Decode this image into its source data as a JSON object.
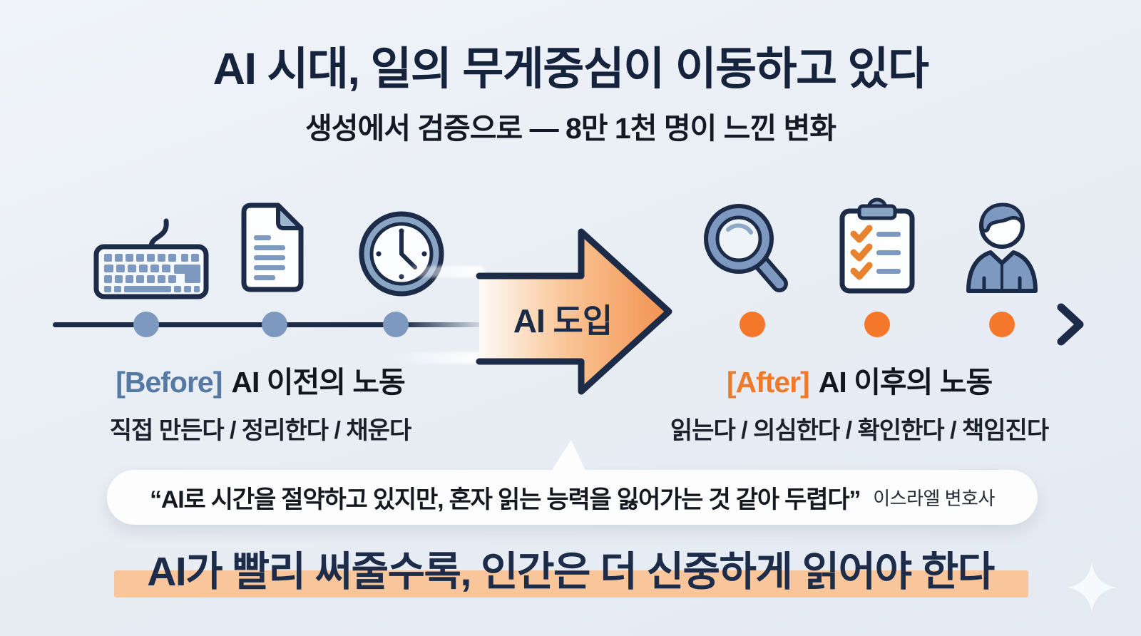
{
  "colors": {
    "background": "#e9eef5",
    "outline_navy": "#1c2b47",
    "steel_blue": "#5479a3",
    "orange": "#ee7a2c",
    "dot_blue": "#7d99bf",
    "dot_orange": "#f5782a",
    "highlight_band": "#f9c69c",
    "arrow_gradient": [
      "#fdfbf7",
      "#f9c697",
      "#f29150"
    ]
  },
  "header": {
    "title": "AI 시대, 일의 무게중심이 이동하고 있다",
    "subtitle": "생성에서 검증으로 — 8만 1천 명이 느낀 변화"
  },
  "timeline": {
    "arrow_label": "AI 도입",
    "before": {
      "tag": "[Before]",
      "title": "AI 이전의 노동",
      "description": "직접 만든다 / 정리한다 / 채운다",
      "icons": [
        "keyboard",
        "document",
        "clock"
      ]
    },
    "after": {
      "tag": "[After]",
      "title": "AI 이후의 노동",
      "description": "읽는다 / 의심한다 / 확인한다 / 책임진다",
      "icons": [
        "magnifier",
        "checklist",
        "person"
      ]
    }
  },
  "quote": {
    "text": "“AI로 시간을 절약하고 있지만, 혼자 읽는 능력을 잃어가는 것 같아 두렵다”",
    "attribution": "이스라엘 변호사"
  },
  "footer": {
    "headline": "AI가 빨리 써줄수록, 인간은 더 신중하게 읽어야 한다"
  }
}
